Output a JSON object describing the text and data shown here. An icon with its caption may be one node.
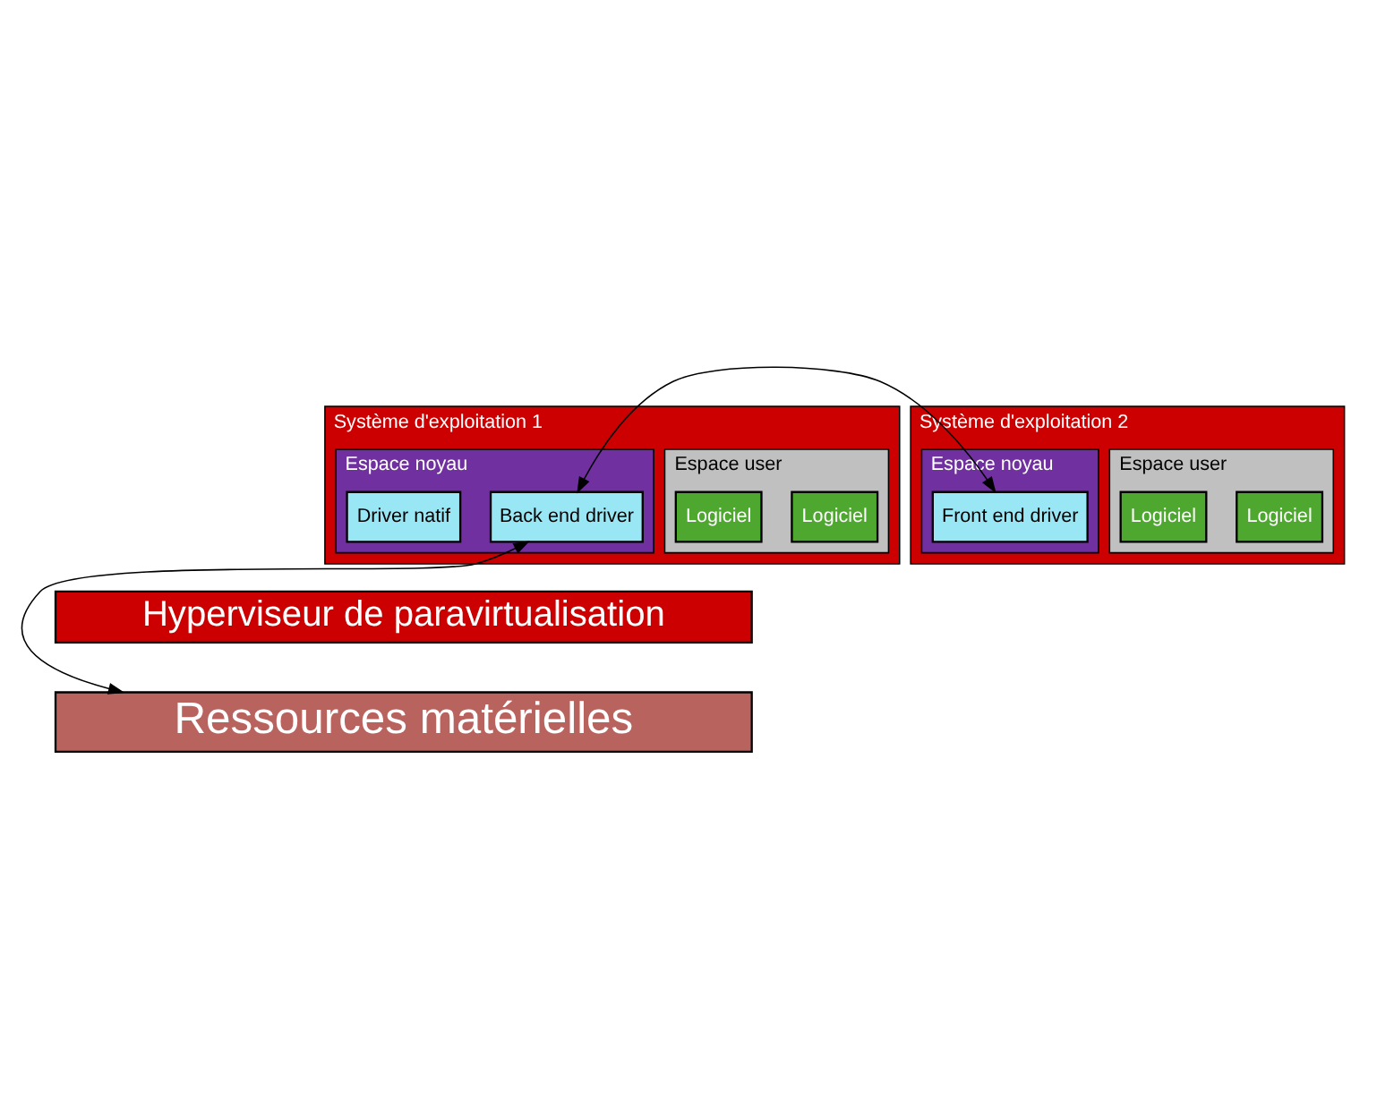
{
  "diagram": {
    "nodes": [
      {
        "text": [
          "Système d'exploitation 1"
        ]
      },
      {
        "text": [
          "Espace user"
        ],
        "in": 0
      },
      {
        "text": [
          "Logiciel"
        ],
        "in": 1
      },
      {
        "text": [
          "Logiciel"
        ],
        "in": 1
      },
      {
        "text": [
          "Espace noyau"
        ],
        "in": 0
      },
      {
        "text": [
          "Back end driver"
        ],
        "in": 4
      },
      {
        "text": [
          "Driver natif"
        ],
        "in": 4
      },
      {
        "text": [
          "Système d'exploitation 2"
        ]
      },
      {
        "text": [
          "Espace user"
        ],
        "in": 7
      },
      {
        "text": [
          "Logiciel"
        ],
        "in": 8
      },
      {
        "text": [
          "Logiciel"
        ],
        "in": 8
      },
      {
        "text": [
          "Espace noyau"
        ],
        "in": 7
      },
      {
        "text": [
          "Front end driver"
        ],
        "in": 11
      },
      {
        "text": [
          "Hyperviseur de paravirtualisation"
        ]
      },
      {
        "text": [
          "Ressources matérielles"
        ]
      }
    ],
    "edges": [
      {
        "from": 5,
        "to": 12,
        "arrow": "both"
      },
      {
        "from": 5,
        "to": 14,
        "arrow": "both"
      }
    ]
  }
}
